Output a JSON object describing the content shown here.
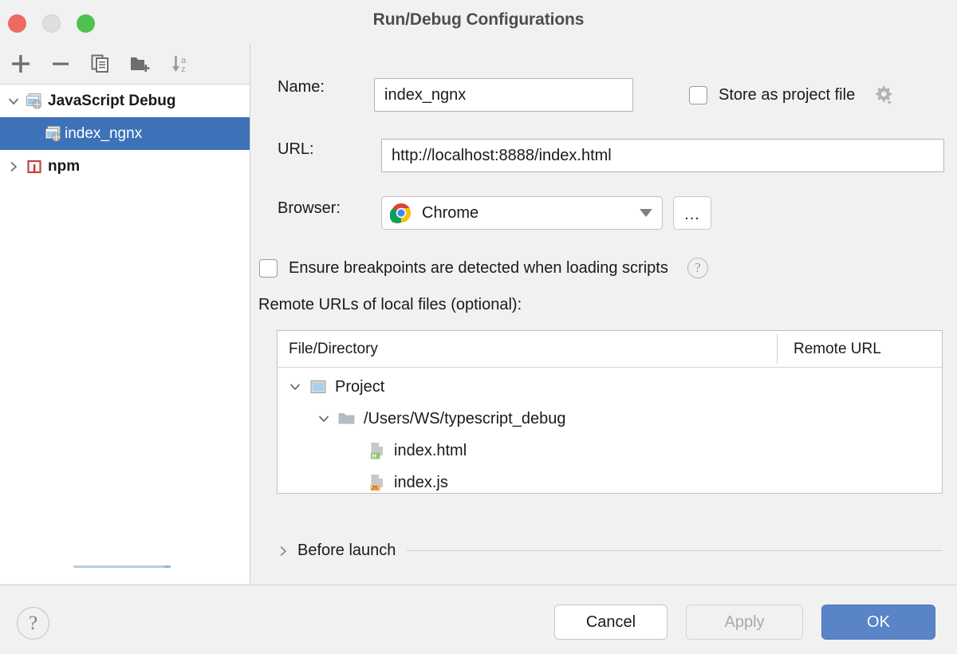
{
  "window": {
    "title": "Run/Debug Configurations",
    "traffic_lights": [
      "close-button",
      "minimize-button",
      "zoom-button"
    ],
    "colors": {
      "close": "#ec6a5e",
      "minimize": "#dedede",
      "zoom": "#4ec24e",
      "selection": "#3d72b8",
      "primary_button": "#5a84c8",
      "panel_bg": "#f1f1f1"
    }
  },
  "sidebar": {
    "toolbar": [
      {
        "name": "add-configuration-button",
        "icon": "plus-icon",
        "label": "+"
      },
      {
        "name": "remove-configuration-button",
        "icon": "minus-icon",
        "label": "−"
      },
      {
        "name": "copy-configuration-button",
        "icon": "copy-icon",
        "label": "Copy Configuration"
      },
      {
        "name": "new-folder-button",
        "icon": "folder-add-icon",
        "label": "Create New Folder"
      },
      {
        "name": "sort-configurations-button",
        "icon": "sort-az-icon",
        "label": "Sort Configurations"
      }
    ],
    "tree": [
      {
        "label": "JavaScript Debug",
        "icon": "javascript-debug-icon",
        "expanded": true,
        "level": 0,
        "selected": false,
        "bold": true
      },
      {
        "label": "index_ngnx",
        "icon": "javascript-debug-icon",
        "expanded": null,
        "level": 1,
        "selected": true,
        "bold": false
      },
      {
        "label": "npm",
        "icon": "npm-icon",
        "expanded": false,
        "level": 0,
        "selected": false,
        "bold": true
      }
    ]
  },
  "form": {
    "name_label": "Name:",
    "name_value": "index_ngnx",
    "store_as_project_file_label": "Store as project file",
    "store_as_project_file_checked": false,
    "settings_gear": "gear-icon",
    "url_label": "URL:",
    "url_value": "http://localhost:8888/index.html",
    "url_browse_icon": "folder-open-icon",
    "browser_label": "Browser:",
    "browser_value": "Chrome",
    "browser_icon": "chrome-icon",
    "browser_more_label": "...",
    "ensure_breakpoints_label": "Ensure breakpoints are detected when loading scripts",
    "ensure_breakpoints_checked": false,
    "ensure_breakpoints_help": "?",
    "remote_urls_label": "Remote URLs of local files (optional):",
    "table": {
      "columns": [
        "File/Directory",
        "Remote URL"
      ],
      "rows": [
        {
          "label": "Project",
          "icon": "project-module-icon",
          "level": 0,
          "expanded": true,
          "remote_url": ""
        },
        {
          "label": "/Users/WS/typescript_debug",
          "icon": "folder-icon",
          "level": 1,
          "expanded": true,
          "remote_url": ""
        },
        {
          "label": "index.html",
          "icon": "html-file-icon",
          "level": 2,
          "expanded": null,
          "remote_url": ""
        },
        {
          "label": "index.js",
          "icon": "js-file-icon",
          "level": 2,
          "expanded": null,
          "remote_url": ""
        }
      ]
    },
    "before_launch_label": "Before launch",
    "before_launch_expanded": false
  },
  "footer": {
    "help_label": "?",
    "cancel_label": "Cancel",
    "apply_label": "Apply",
    "apply_enabled": false,
    "ok_label": "OK"
  }
}
